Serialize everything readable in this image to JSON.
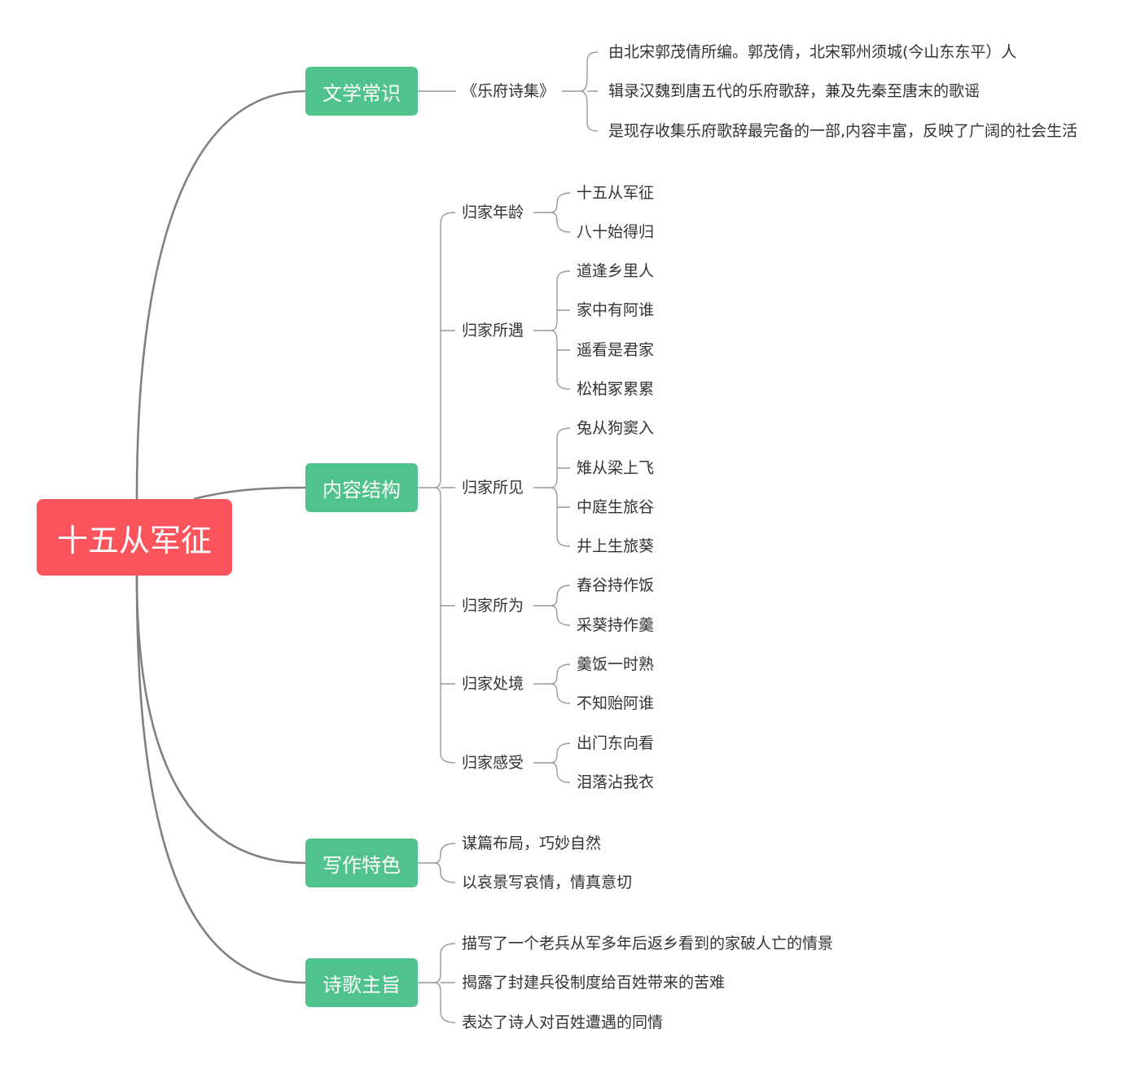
{
  "root": {
    "label": "十五从军征"
  },
  "branches": [
    {
      "label": "文学常识",
      "children": [
        {
          "label": "《乐府诗集》",
          "children": [
            "由北宋郭茂倩所编。郭茂倩，北宋郓州须城(今山东东平）人",
            "辑录汉魏到唐五代的乐府歌辞，兼及先秦至唐末的歌谣",
            "是现存收集乐府歌辞最完备的一部,内容丰富，反映了广阔的社会生活"
          ]
        }
      ]
    },
    {
      "label": "内容结构",
      "children": [
        {
          "label": "归家年龄",
          "children": [
            "十五从军征",
            "八十始得归"
          ]
        },
        {
          "label": "归家所遇",
          "children": [
            "道逢乡里人",
            "家中有阿谁",
            "遥看是君家",
            "松柏冢累累"
          ]
        },
        {
          "label": "归家所见",
          "children": [
            "兔从狗窦入",
            "雉从梁上飞",
            "中庭生旅谷",
            "井上生旅葵"
          ]
        },
        {
          "label": "归家所为",
          "children": [
            "舂谷持作饭",
            "采葵持作羹"
          ]
        },
        {
          "label": "归家处境",
          "children": [
            "羹饭一时熟",
            "不知贻阿谁"
          ]
        },
        {
          "label": "归家感受",
          "children": [
            "出门东向看",
            "泪落沾我衣"
          ]
        }
      ]
    },
    {
      "label": "写作特色",
      "children": [
        "谋篇布局，巧妙自然",
        "以哀景写哀情，情真意切"
      ]
    },
    {
      "label": "诗歌主旨",
      "children": [
        "描写了一个老兵从军多年后返乡看到的家破人亡的情景",
        "揭露了封建兵役制度给百姓带来的苦难",
        "表达了诗人对百姓遭遇的同情"
      ]
    }
  ],
  "colors": {
    "root": "#fb545c",
    "branch": "#50c28b",
    "line_main": "#808080",
    "line_sub": "#999999",
    "text": "#333333"
  }
}
